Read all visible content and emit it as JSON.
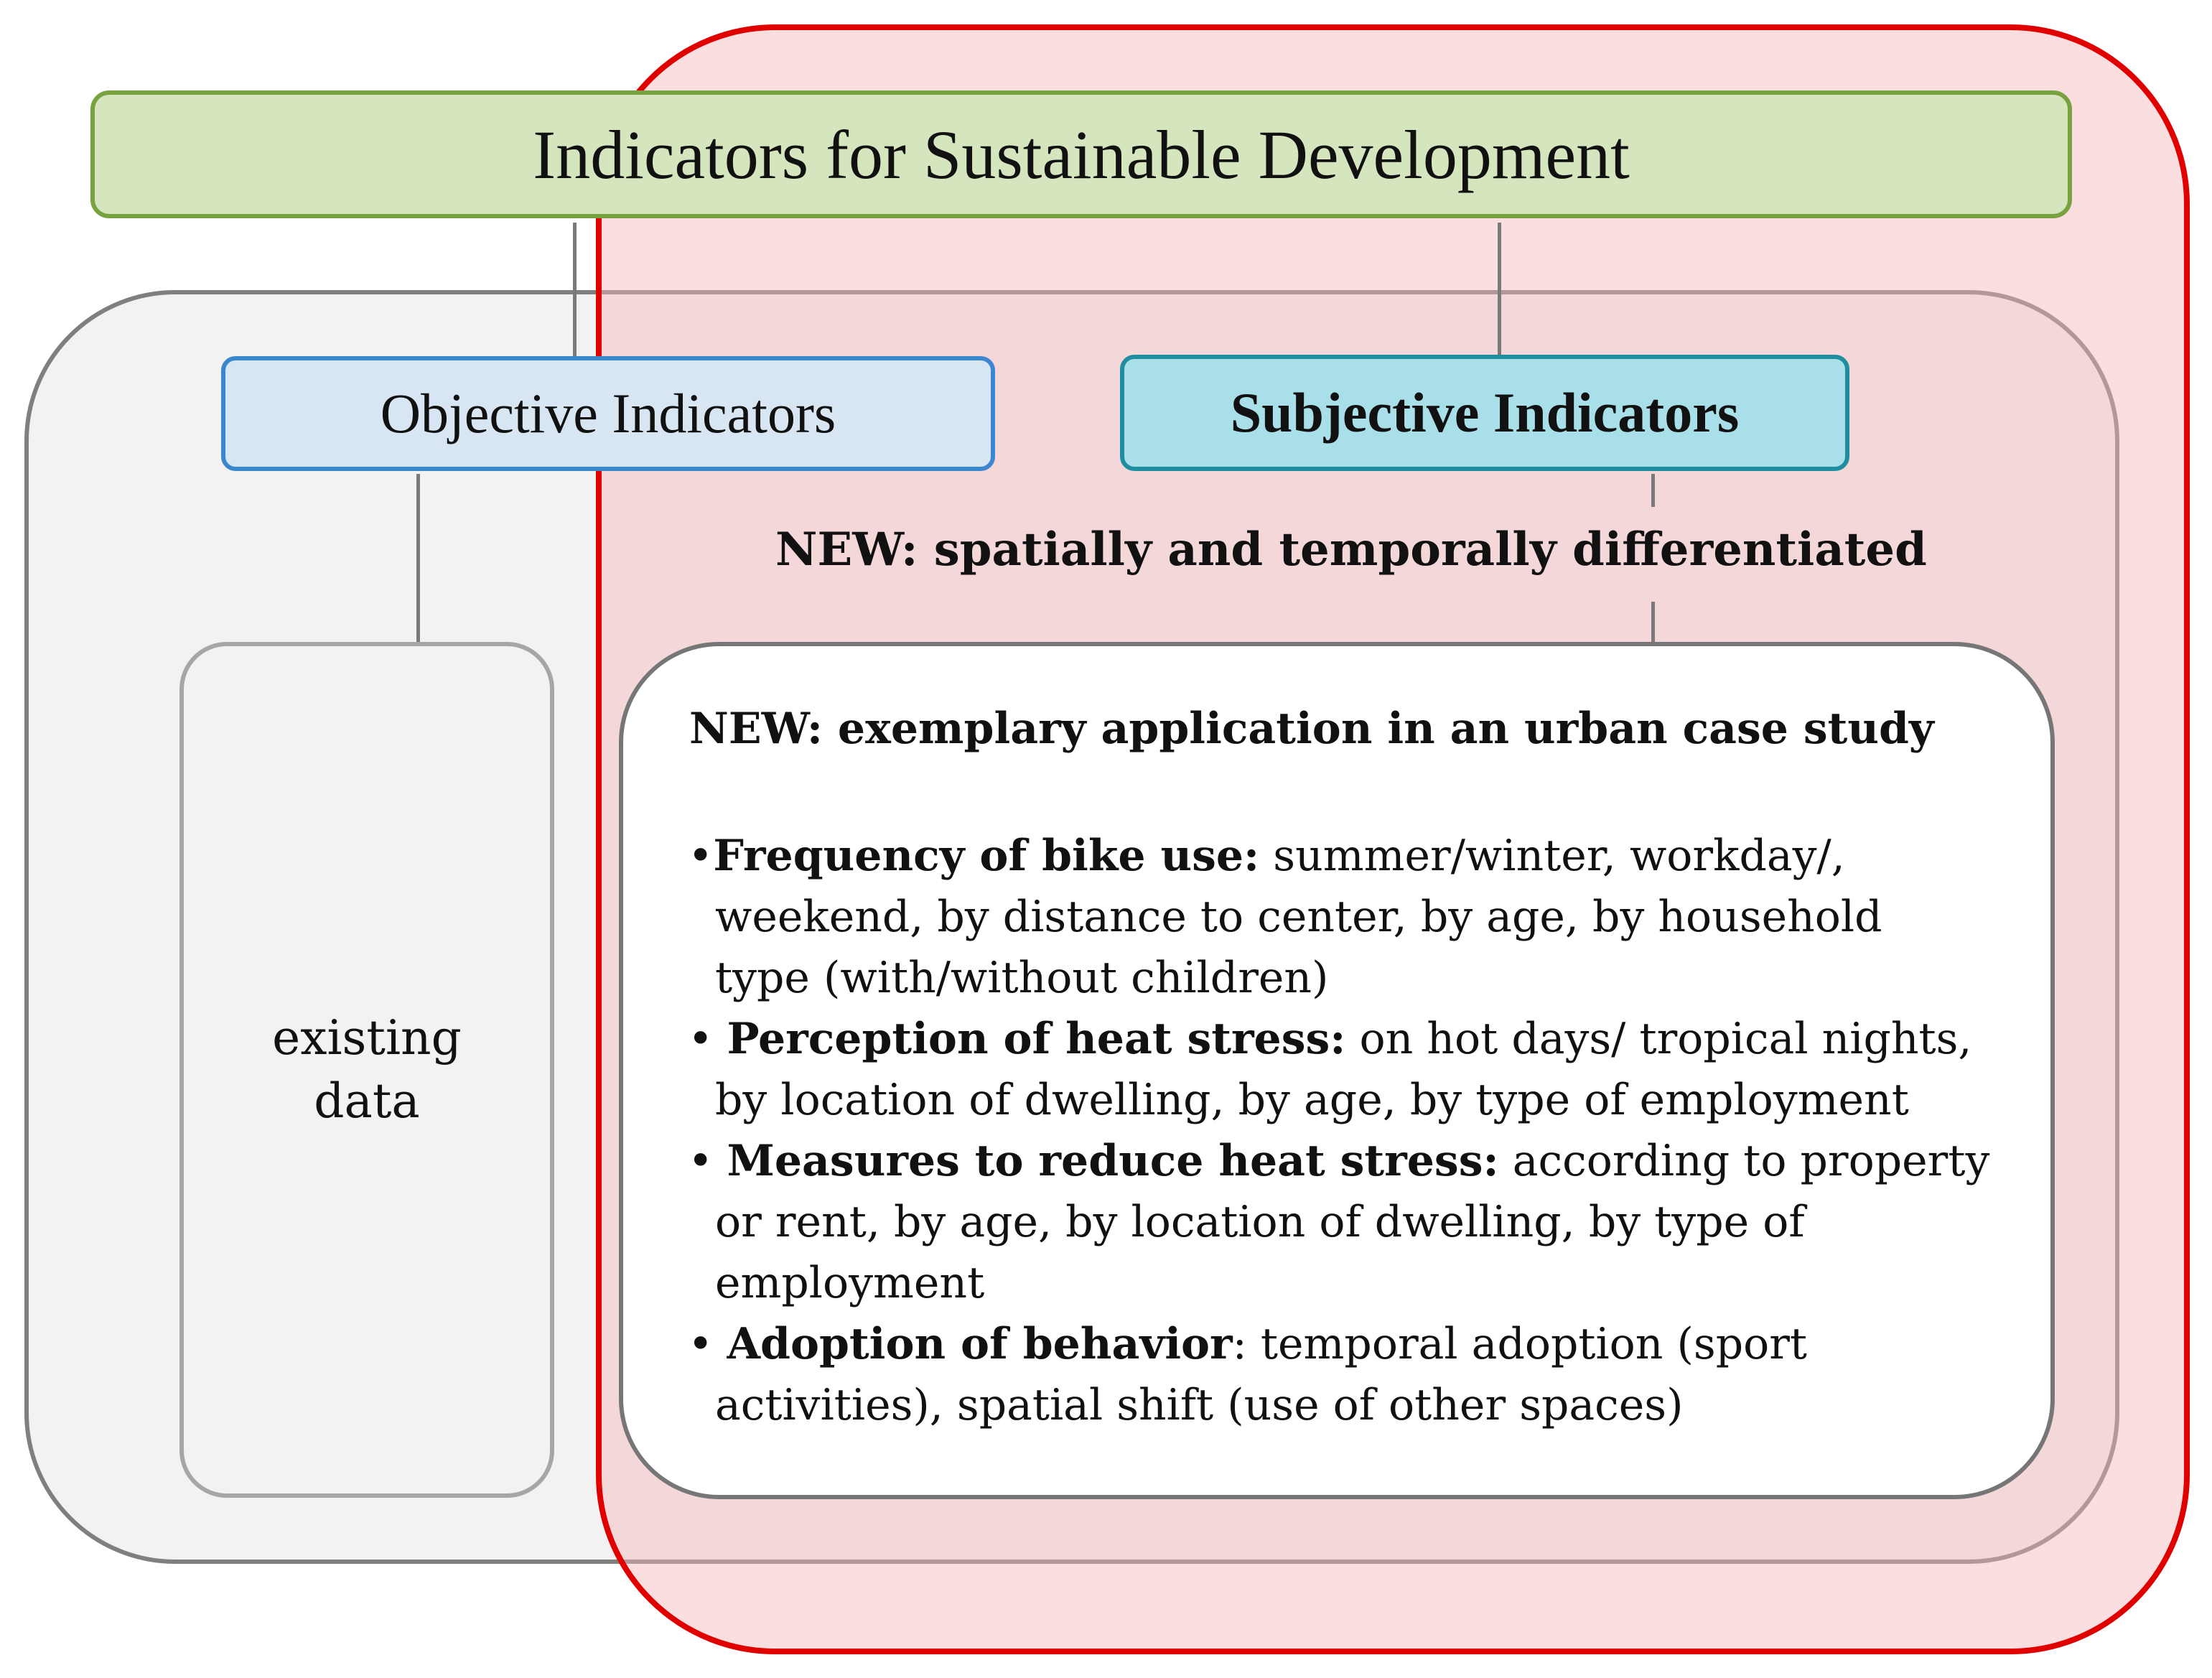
{
  "title": "Indicators for Sustainable Development",
  "objective": {
    "label": "Objective Indicators"
  },
  "subjective": {
    "label": "Subjective Indicators"
  },
  "existing": {
    "line1": "existing",
    "line2": "data"
  },
  "new_note": {
    "prefix": "NEW",
    "text": ": spatially  and temporally differentiated"
  },
  "case": {
    "title": "NEW: exemplary application in an urban case study",
    "bullets": [
      {
        "marker": "•",
        "bold": "Frequency of bike use:",
        "first": " summer/winter, workday/,",
        "rest": [
          "weekend, by distance to center, by age, by household",
          "type (with/without children)"
        ]
      },
      {
        "marker": "• ",
        "bold": "Perception of heat stress:",
        "first": " on hot days/ tropical nights,",
        "rest": [
          "by  location of dwelling, by age, by type of employment"
        ]
      },
      {
        "marker": "• ",
        "bold": "Measures to reduce heat stress:",
        "first": " according to property",
        "rest": [
          "or rent, by age, by location of dwelling, by type of",
          "employment"
        ]
      },
      {
        "marker": "• ",
        "bold": "Adoption of behavior",
        "first": ": temporal adoption (sport",
        "rest": [
          "activities), spatial shift (use of other spaces)"
        ]
      }
    ]
  },
  "colors": {
    "green_fill": "#d5e5bd",
    "green_border": "#77a23f",
    "red_border": "#e00000",
    "red_fill": "#f6b8ba",
    "obj_fill": "#d8e5f2",
    "obj_border": "#3a86cf",
    "subj_fill": "#a8dfe8",
    "subj_border": "#1e8ea0",
    "gray_fill": "#f2f2f2",
    "gray_border": "#7f7f7f"
  }
}
